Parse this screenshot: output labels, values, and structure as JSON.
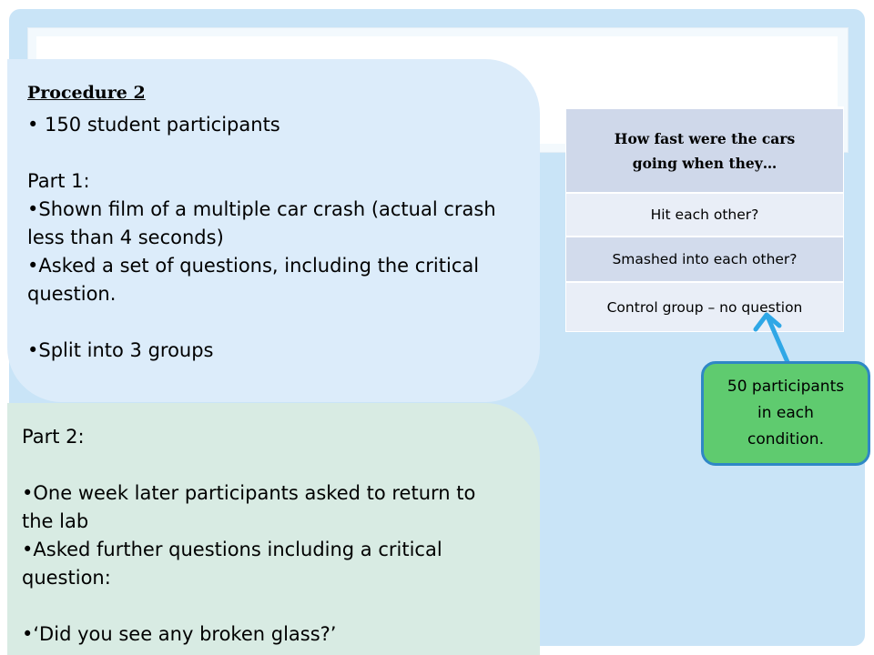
{
  "procedure": {
    "heading": "Procedure 2",
    "participants": "• 150 student participants",
    "part1_title": "Part 1:",
    "part1_bullet1_l1": "•Shown film of a multiple car crash (actual crash",
    "part1_bullet1_l2": "less than 4 seconds)",
    "part1_bullet2_l1": "•Asked a set of questions, including the critical",
    "part1_bullet2_l2": "question.",
    "part1_bullet3": "•Split into 3 groups"
  },
  "part2": {
    "title": "Part 2:",
    "bullet1_l1": "•One week later participants asked to return to",
    "bullet1_l2": "the lab",
    "bullet2_l1": "•Asked further questions including a critical",
    "bullet2_l2": "question:",
    "bullet3": "•‘Did you see any broken glass?’"
  },
  "table": {
    "header_l1": "How fast were the cars",
    "header_l2": "going when they…",
    "rows": [
      "Hit each other?",
      "Smashed into each other?",
      "Control group – no question"
    ]
  },
  "callout": {
    "l1": "50 participants",
    "l2": "in each",
    "l3": "condition."
  },
  "colors": {
    "slide_bg": "#c9e4f7",
    "panel1": "#dcecfa",
    "panel2": "#d8ebe3",
    "callout_fill": "#5fcb6f",
    "callout_border": "#2f87c6",
    "arrow": "#2fa7e6"
  }
}
